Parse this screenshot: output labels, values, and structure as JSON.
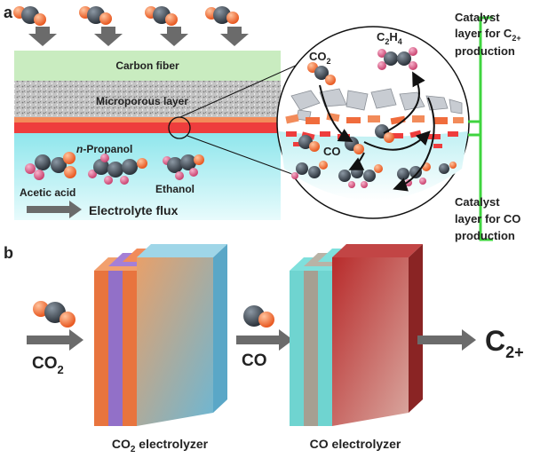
{
  "panel_a": {
    "label": "a",
    "carbon_fiber": "Carbon fiber",
    "microporous": "Microporous layer",
    "propanol_prefix": "n",
    "propanol_rest": "-Propanol",
    "acetic": "Acetic acid",
    "ethanol": "Ethanol",
    "flux": "Electrolyte flux",
    "zoom": {
      "co2_main": "CO",
      "co2_sub": "2",
      "c2h4_a": "C",
      "c2h4_sub1": "2",
      "c2h4_b": "H",
      "c2h4_sub2": "4",
      "co": "CO"
    },
    "catalyst_c2": {
      "line1": "Catalyst",
      "line2_main": "layer for C",
      "line2_sub": "2+",
      "line3": "production"
    },
    "catalyst_co": {
      "line1": "Catalyst",
      "line2": "layer for CO",
      "line3": "production"
    }
  },
  "panel_b": {
    "label": "b",
    "co2_main": "CO",
    "co2_sub": "2",
    "co": "CO",
    "c2_main": "C",
    "c2_sub": "2+",
    "co2_electrolyzer_main": "CO",
    "co2_electrolyzer_sub": "2",
    "co2_electrolyzer_rest": " electrolyzer",
    "co_electrolyzer": "CO electrolyzer"
  },
  "colors": {
    "carbon_fiber": "#c9ecc0",
    "catalyst_red": "#ee3d3d",
    "catalyst_orange": "#f28b5a",
    "electrolyte": "#8fe6ec",
    "arrow_gray": "#7a7a7a",
    "bracket_green": "#3fd43f",
    "molecule_carbon": "#3d4650",
    "molecule_oxygen": "#f06c3c",
    "molecule_hydrogen": "#e8709a"
  }
}
